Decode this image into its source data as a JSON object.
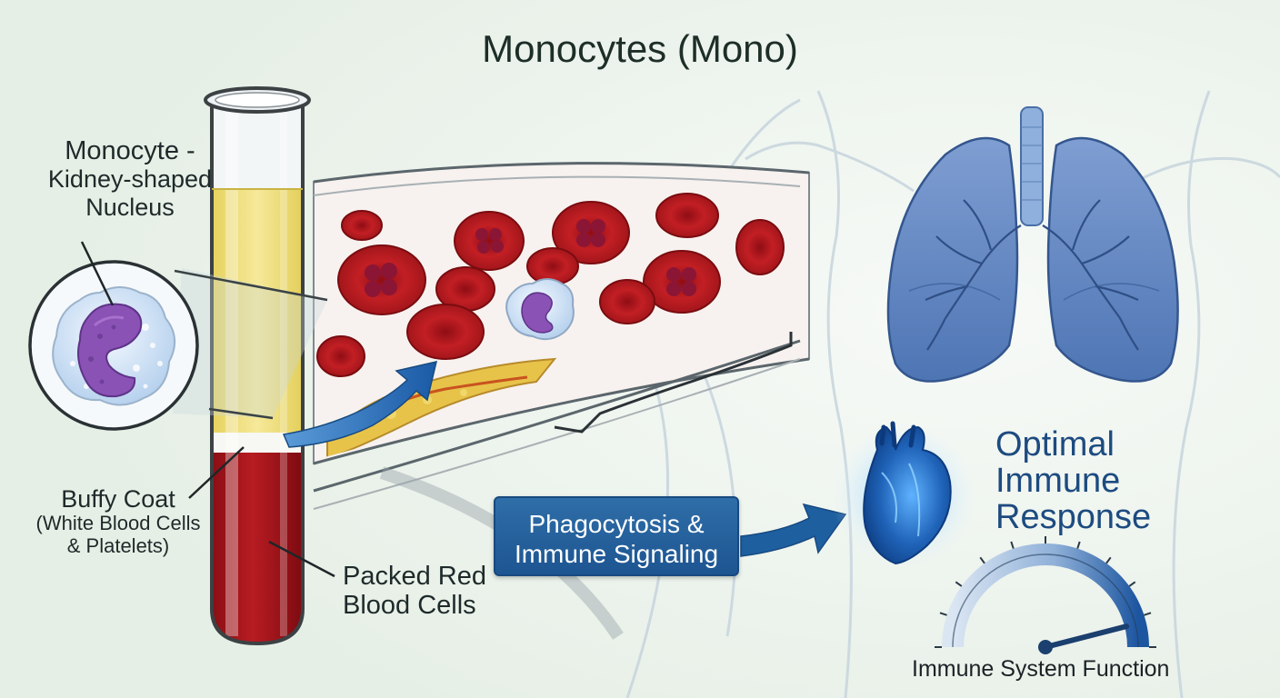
{
  "title": "Monocytes (Mono)",
  "monocyte_callout": {
    "line1": "Monocyte -",
    "line2": "Kidney-shaped",
    "line3": "Nucleus"
  },
  "buffy_coat_callout": {
    "line1": "Buffy Coat",
    "line2": "(White Blood Cells",
    "line3": "& Platelets)"
  },
  "packed_rbc_callout": {
    "line1": "Packed Red",
    "line2": "Blood Cells"
  },
  "process_box": {
    "line1": "Phagocytosis &",
    "line2": "Immune Signaling"
  },
  "outcome": {
    "line1": "Optimal",
    "line2": "Immune",
    "line3": "Response"
  },
  "gauge": {
    "label": "Immune System Function",
    "level_fraction": 0.92
  },
  "colors": {
    "background": "#eef4ee",
    "plasma": "#f0df7a",
    "red_blood": "#a8141b",
    "monocyte_nucleus": "#8a52b5",
    "accent_blue": "#1e5fa0",
    "lung_blue": "#6a8fc6",
    "heart_blue": "#1a5cb0"
  },
  "icons": {
    "tube": "test-tube-icon",
    "cell": "monocyte-cell-icon",
    "vessel": "blood-vessel-icon",
    "lungs": "lungs-icon",
    "heart": "heart-icon",
    "gauge": "gauge-icon"
  }
}
